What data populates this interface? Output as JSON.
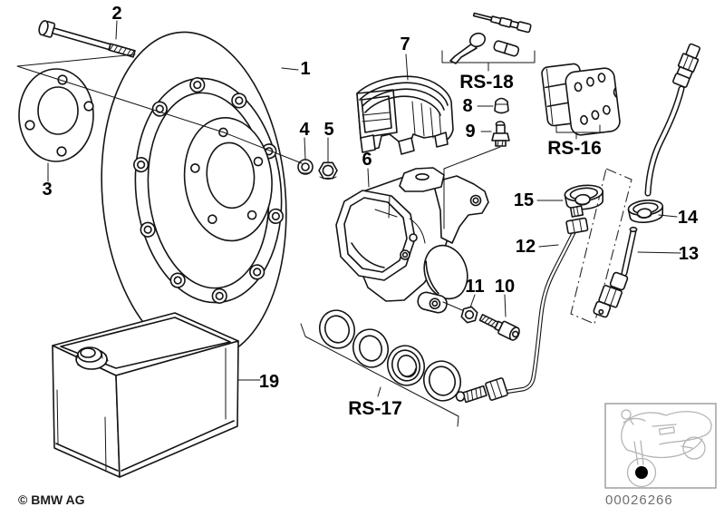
{
  "diagram": {
    "callouts": {
      "p1": "1",
      "p2": "2",
      "p3": "3",
      "p4": "4",
      "p5": "5",
      "p6": "6",
      "p7": "7",
      "p8": "8",
      "p9": "9",
      "p10": "10",
      "p11": "11",
      "p12": "12",
      "p13": "13",
      "p14": "14",
      "p15": "15",
      "p19": "19",
      "rs16": "RS-16",
      "rs17": "RS-17",
      "rs18": "RS-18"
    },
    "footer": {
      "copyright": "© BMW AG"
    },
    "plate": {
      "image_number": "00026266"
    }
  }
}
